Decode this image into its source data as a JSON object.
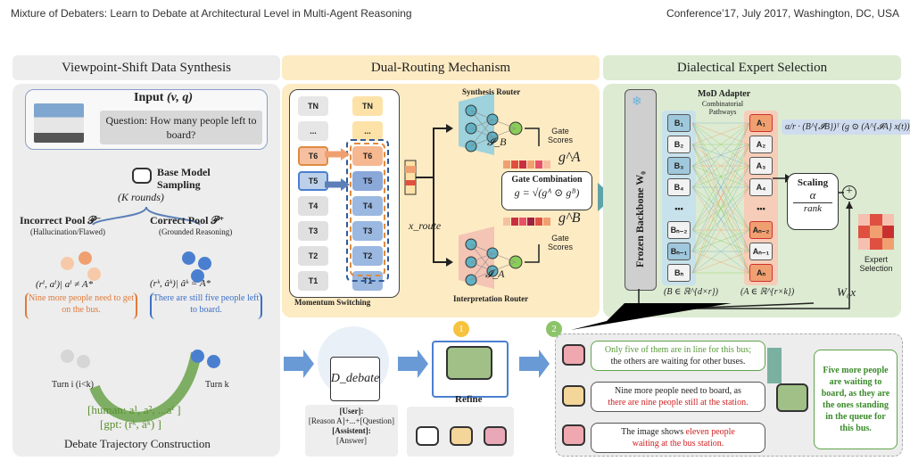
{
  "header": {
    "left": "Mixture of Debaters: Learn to Debate at Architectural Level in Multi-Agent Reasoning",
    "right": "Conference’17, July 2017, Washington, DC, USA"
  },
  "panels": {
    "synthesis": "Viewpoint-Shift Data Synthesis",
    "routing": "Dual-Routing Mechanism",
    "selection": "Dialectical Expert Selection"
  },
  "colors": {
    "gray": "#ededed",
    "yellow": "#fdebc3",
    "green": "#dcebd2",
    "orange": "#f0a070",
    "blue": "#4a7fd0"
  },
  "input": {
    "title": "Input",
    "vq": "(v, q)",
    "question": "Question: How many people left to board?"
  },
  "sampling": {
    "label1": "Base Model",
    "label2": "Sampling",
    "rounds": "(K rounds)"
  },
  "pools": {
    "incorrect_title": "Incorrect Pool 𝒫⁻",
    "incorrect_sub": "(Hallucination/Flawed)",
    "correct_title": "Correct Pool 𝒫⁺",
    "correct_sub": "(Grounded Reasoning)",
    "incorrect_formula": "(rⁱ, aⁱ)| aⁱ ≠ A*",
    "correct_formula": "(rᵏ, âᵏ)| âᵏ = A*",
    "incorrect_text": "Nine more people need to get on the bus.",
    "correct_text": "There are still five people left to board."
  },
  "turns": {
    "turn_i": "Turn i (i<k)",
    "turn_k": "Turn k"
  },
  "trajectory": {
    "human": "[human: a¹, a², ...aⁱ ]",
    "gpt": "[gpt: (rᵏ, âᵏ) ]",
    "caption": "Debate Trajectory Construction"
  },
  "tokens": {
    "left": [
      "TN",
      "...",
      "T6",
      "T5",
      "T4",
      "T3",
      "T2",
      "T1"
    ],
    "right": [
      "TN",
      "...",
      "T6",
      "T5",
      "T4",
      "T3",
      "T2",
      "T1"
    ]
  },
  "routing": {
    "momentum": "Momentum Switching",
    "xroute": "x_route",
    "synth_router": "Synthesis Router",
    "interp_router": "Interpretation Router",
    "ib": "𝓘_B",
    "ia": "𝓘_A",
    "gate_scores": "Gate Scores",
    "ga": "g^A",
    "gb": "g^B",
    "combo_title": "Gate Combination",
    "combo_formula": "g = √(gᴬ ⊙ gᴮ)"
  },
  "selection": {
    "backbone": "Frozen Backbone W₀",
    "mod": "MoD Adapter",
    "comb": "Combinatorial Pathways",
    "b_items": [
      "B₁",
      "B₂",
      "B₃",
      "B₄",
      "•••",
      "Bₙ₋₂",
      "Bₙ₋₁",
      "Bₙ"
    ],
    "a_items": [
      "A₁",
      "A₂",
      "A₃",
      "A₄",
      "•••",
      "Aₙ₋₂",
      "Aₙ₋₁",
      "Aₙ"
    ],
    "b_dim": "(B ∈ ℝ^{d×r})",
    "a_dim": "(A ∈ ℝ^{r×k})",
    "formula": "α/r · (B^{𝓘B})ᵀ (g ⊙ (A^{𝓘A} x(t)))",
    "scaling": "Scaling",
    "alpha": "α",
    "rank": "rank",
    "expert": "Expert Selection",
    "w0x": "W₀x"
  },
  "bottom": {
    "ddebate": "D_debate",
    "user": "[User]:",
    "user_text": "[Reason A]+...+[Question]",
    "assistant": "[Assistent]:",
    "answer": "[Answer]",
    "refine": "Refine",
    "step1": "1",
    "step2": "2",
    "bubble1a": "Only five of them are in line for this bus;",
    "bubble1b": "the others are waiting for other buses.",
    "bubble2a": "Nine more people need to board, as",
    "bubble2b": "there are nine people still at the station.",
    "bubble3a": "The image shows",
    "bubble3b": "eleven people",
    "bubble3c": "waiting at the bus station.",
    "final": "Five more people are waiting to board, as they are the ones standing in the queue for this bus."
  }
}
